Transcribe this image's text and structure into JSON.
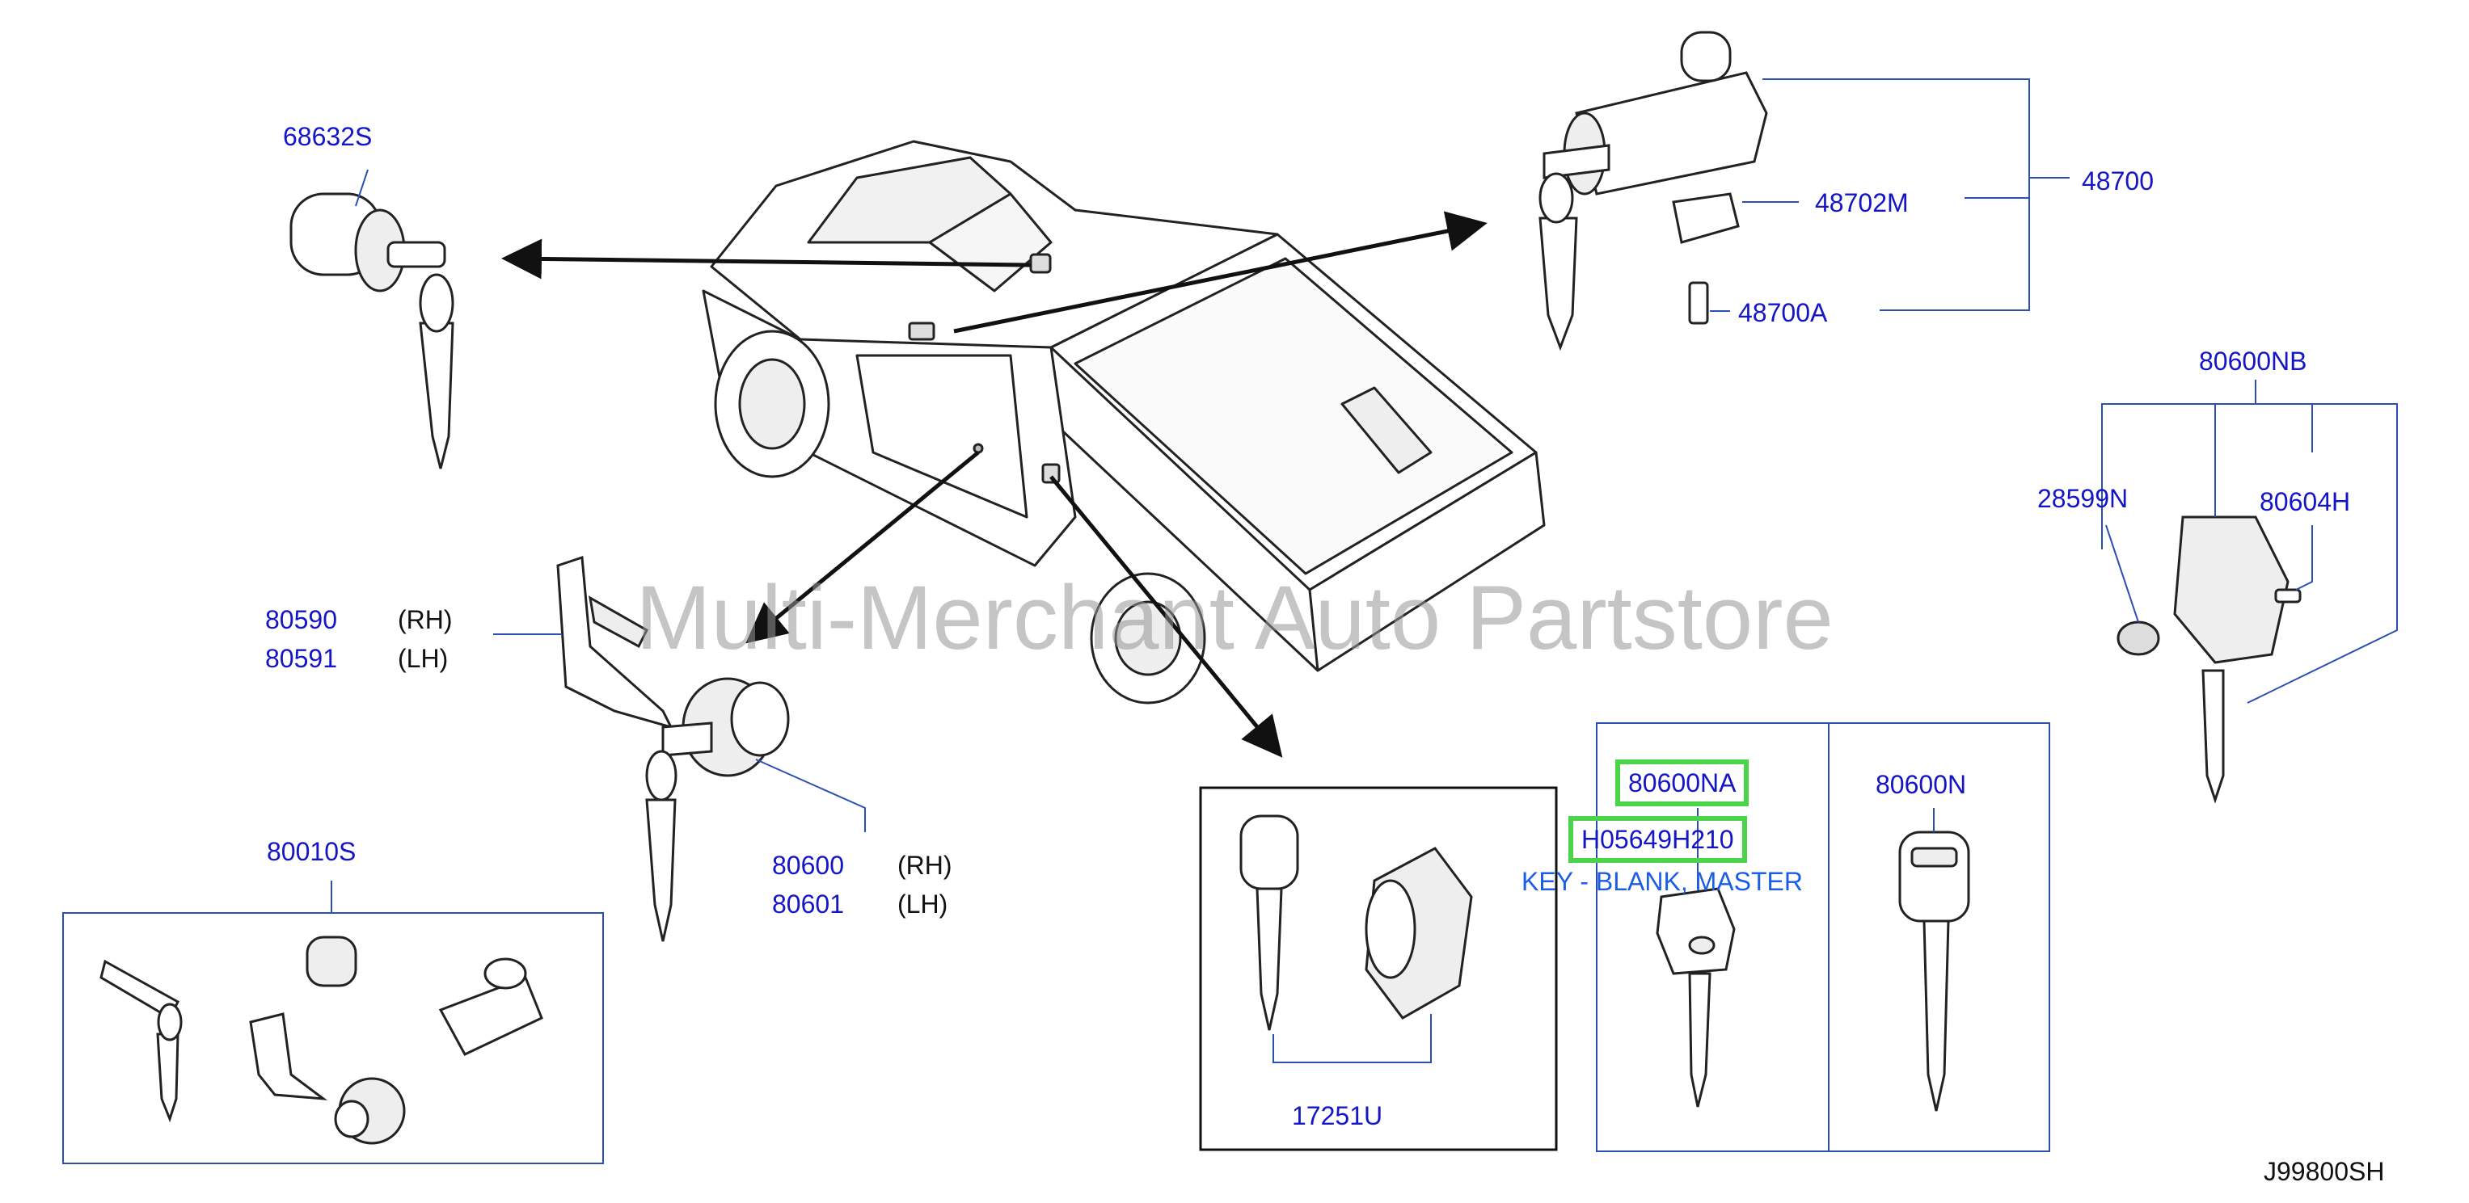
{
  "diagram": {
    "watermark": "Multi-Merchant Auto Partstore",
    "reference_code": "J99800SH",
    "colors": {
      "part_label": "#1515c8",
      "highlight": "#49d449",
      "key_desc": "#1a5ee6",
      "outline": "#111111",
      "leader": "#2b4fb5"
    },
    "labels": {
      "p68632s": "68632S",
      "p48700": "48700",
      "p48702m": "48702M",
      "p48700a": "48700A",
      "p80600nb": "80600NB",
      "p28599n": "28599N",
      "p80604h": "80604H",
      "p80590": "80590",
      "p80590_side": "(RH)",
      "p80591": "80591",
      "p80591_side": "(LH)",
      "p80600": "80600",
      "p80600_side": "(RH)",
      "p80601": "80601",
      "p80601_side": "(LH)",
      "p80010s": "80010S",
      "p17251u": "17251U",
      "p80600na": "80600NA",
      "ph05649h210": "H05649H210",
      "key_desc": "KEY - BLANK, MASTER",
      "p80600n": "80600N"
    }
  }
}
